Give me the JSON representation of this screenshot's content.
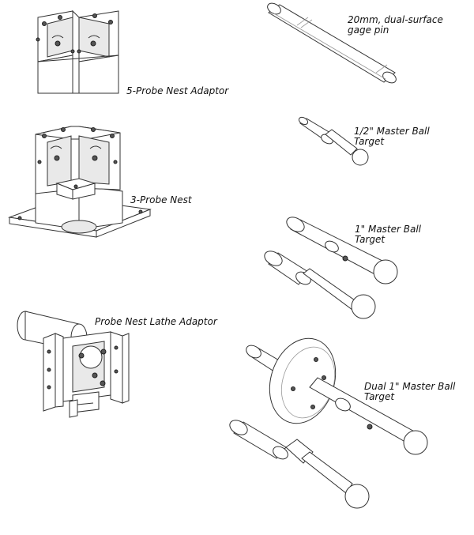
{
  "labels": {
    "five_probe": "5-Probe Nest Adaptor",
    "three_probe": "3-Probe Nest",
    "lathe_adaptor": "Probe Nest Lathe Adaptor",
    "gage_pin_line1": "20mm, dual-surface",
    "gage_pin_line2": "gage pin",
    "half_ball_line1": "1/2\" Master Ball",
    "half_ball_line2": "Target",
    "one_ball_line1": "1\" Master Ball",
    "one_ball_line2": "Target",
    "dual_ball_line1": "Dual 1\" Master Ball",
    "dual_ball_line2": "Target"
  },
  "icons": [
    "five-probe-nest-adaptor-drawing",
    "three-probe-nest-drawing",
    "probe-nest-lathe-adaptor-drawing",
    "gage-pin-drawing",
    "half-inch-ball-target-drawing",
    "one-inch-ball-target-drawing",
    "dual-one-inch-ball-target-drawing"
  ]
}
